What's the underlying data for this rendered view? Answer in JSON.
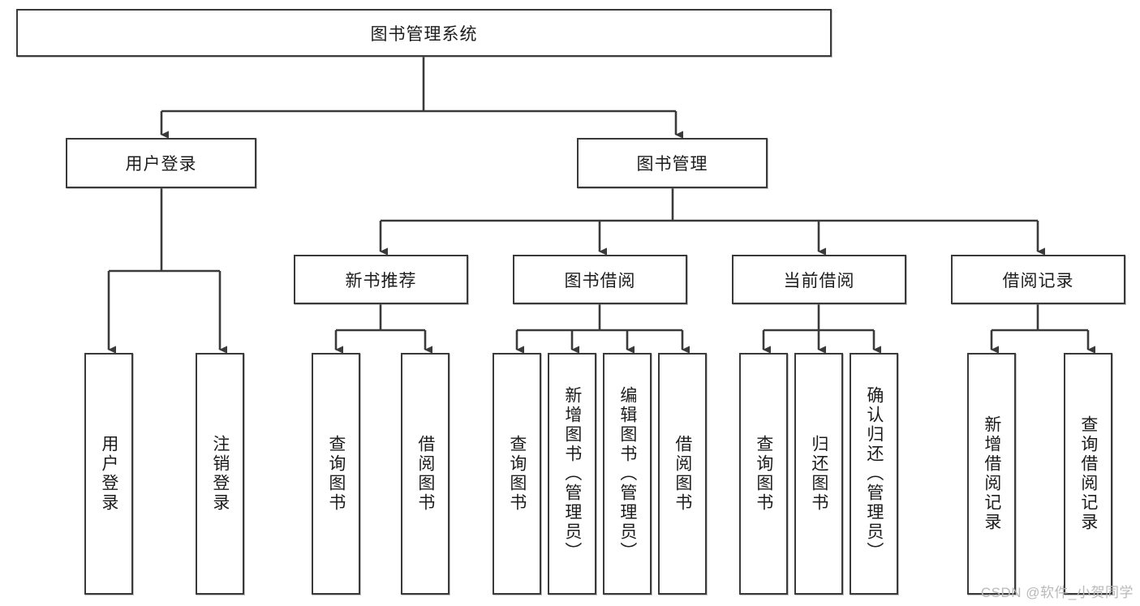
{
  "diagram": {
    "title": "图书管理系统",
    "type": "tree-hierarchy",
    "levels": {
      "root": {
        "label": "图书管理系统"
      },
      "level2": [
        {
          "label": "用户登录"
        },
        {
          "label": "图书管理"
        }
      ],
      "level3": [
        {
          "label": "新书推荐"
        },
        {
          "label": "图书借阅"
        },
        {
          "label": "当前借阅"
        },
        {
          "label": "借阅记录"
        }
      ]
    },
    "leaves": {
      "user_login": [
        {
          "label": "用户登录"
        },
        {
          "label": "注销登录"
        }
      ],
      "new_book_recommend": [
        {
          "label": "查询图书"
        },
        {
          "label": "借阅图书"
        }
      ],
      "book_borrow": [
        {
          "label": "查询图书"
        },
        {
          "label": "新增图书（管理员）"
        },
        {
          "label": "编辑图书（管理员）"
        },
        {
          "label": "借阅图书"
        }
      ],
      "current_borrow": [
        {
          "label": "查询图书"
        },
        {
          "label": "归还图书"
        },
        {
          "label": "确认归还（管理员）"
        }
      ],
      "borrow_record": [
        {
          "label": "新增借阅记录"
        },
        {
          "label": "查询借阅记录"
        }
      ]
    }
  },
  "watermark": {
    "text": "CSDN @软件_小贺同学"
  },
  "colors": {
    "stroke": "#3a3a3a",
    "text": "#1c1c1c",
    "background": "#ffffff",
    "watermark": "#b9b9b9"
  }
}
